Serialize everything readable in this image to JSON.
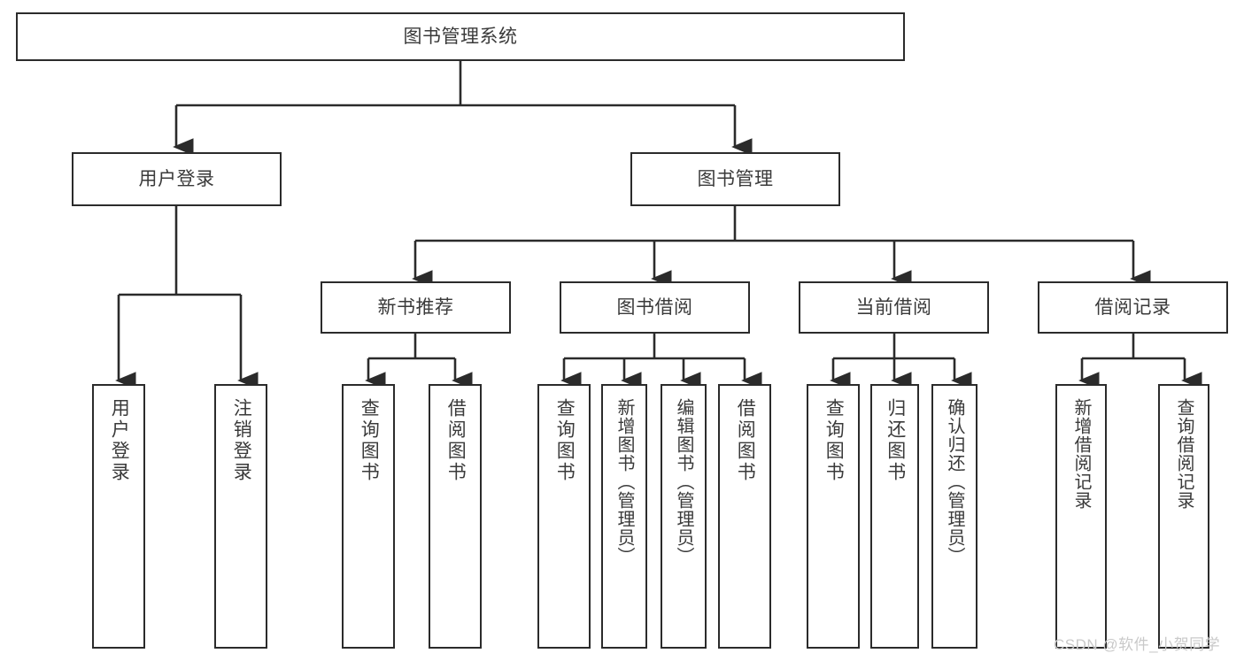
{
  "diagram": {
    "title": "图书管理系统",
    "type": "tree-hierarchy-diagram",
    "stroke_color": "#2b2b2b",
    "fill_color": "#ffffff",
    "text_color": "#3a3a3a"
  },
  "root": {
    "label": "图书管理系统"
  },
  "level2": [
    {
      "label": "用户登录"
    },
    {
      "label": "图书管理"
    }
  ],
  "level3": [
    {
      "label": "新书推荐"
    },
    {
      "label": "图书借阅"
    },
    {
      "label": "当前借阅"
    },
    {
      "label": "借阅记录"
    }
  ],
  "leaves": {
    "user_login": [
      {
        "label": "用户登录"
      },
      {
        "label": "注销登录"
      }
    ],
    "new_book_recommend": [
      {
        "label": "查询图书"
      },
      {
        "label": "借阅图书"
      }
    ],
    "book_borrow": [
      {
        "label": "查询图书"
      },
      {
        "label": "新增图书（管理员）"
      },
      {
        "label": "编辑图书（管理员）"
      },
      {
        "label": "借阅图书"
      }
    ],
    "current_borrow": [
      {
        "label": "查询图书"
      },
      {
        "label": "归还图书"
      },
      {
        "label": "确认归还（管理员）"
      }
    ],
    "borrow_record": [
      {
        "label": "新增借阅记录"
      },
      {
        "label": "查询借阅记录"
      }
    ]
  },
  "watermark": {
    "text": "CSDN @软件_小贺同学"
  }
}
